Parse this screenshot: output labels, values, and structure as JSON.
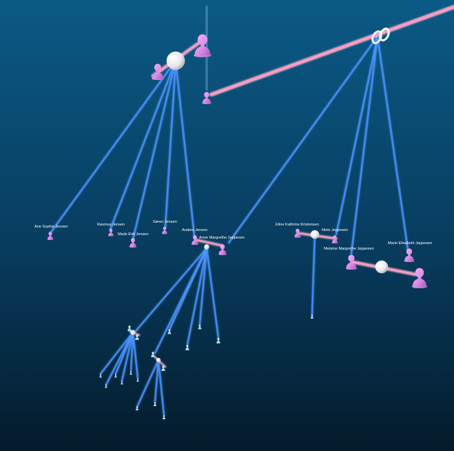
{
  "view": {
    "style": "3D family tree",
    "colors": {
      "background_top": "#0b5a86",
      "background_bottom": "#041b2c",
      "child_link": "#3f8cff",
      "child_link_glow": "#9fd0ff",
      "partner_link": "#ff9cc0",
      "person_pink": "#d98ae6",
      "person_blue": "#b6e9ff",
      "union_white": "#ffffff"
    }
  },
  "people": [
    {
      "name": "Ane Sophie Jensen"
    },
    {
      "name": "Rasmus Jensen"
    },
    {
      "name": "Mads Erik Jensen"
    },
    {
      "name": "Søren Jensen"
    },
    {
      "name": "Anders Jensen"
    },
    {
      "name": "Anne Margrethe Jeppesen"
    },
    {
      "name": "Eline Kathrine Kristensen"
    },
    {
      "name": "Niels Jeppesen"
    },
    {
      "name": "Nielsine Margrethe Jeppesen"
    },
    {
      "name": "Marie Elisabeth Jeppesen"
    }
  ],
  "icons": {
    "union_ball": "white-sphere-icon",
    "wedding_rings": "interlocked-rings-icon",
    "person": "bust-figure-icon"
  }
}
